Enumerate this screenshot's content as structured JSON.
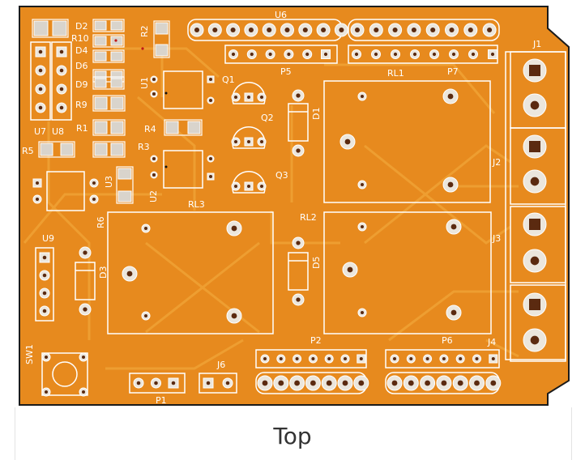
{
  "colors": {
    "board": "#e78a1e",
    "board_edge": "#1b1b1b",
    "trace": "#f0a235",
    "silk": "#ffffff",
    "pad": "#ebe6dd",
    "drill": "#5b2a10",
    "smd": "#d9d4cc"
  },
  "caption": "Top",
  "labels": {
    "d2": "D2",
    "r10": "R10",
    "d4": "D4",
    "d6": "D6",
    "d9": "D9",
    "r9": "R9",
    "r2": "R2",
    "u6": "U6",
    "j1": "J1",
    "j2": "J2",
    "j3": "J3",
    "j4": "J4",
    "p5": "P5",
    "p7": "P7",
    "rl1": "RL1",
    "rl2": "RL2",
    "rl3": "RL3",
    "u1": "U1",
    "u2": "U2",
    "u3": "U3",
    "u7": "U7",
    "u8": "U8",
    "u9": "U9",
    "q1": "Q1",
    "q2": "Q2",
    "q3": "Q3",
    "d1": "D1",
    "d3": "D3",
    "d5": "D5",
    "r1": "R1",
    "r3": "R3",
    "r4": "R4",
    "r5": "R5",
    "r6": "R6",
    "sw1": "SW1",
    "j6": "J6",
    "p1": "P1",
    "p2": "P2",
    "p6": "P6"
  }
}
